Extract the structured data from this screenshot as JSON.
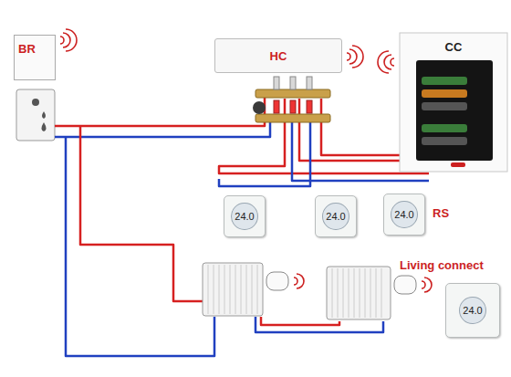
{
  "diagram": {
    "nodes": [
      {
        "text": [
          "BR"
        ]
      },
      {
        "text": [
          "HC"
        ]
      },
      {
        "text": [
          "CC"
        ]
      },
      {
        "text": [
          "24.0"
        ]
      },
      {
        "text": [
          "24.0"
        ]
      },
      {
        "text": [
          "24.0"
        ]
      },
      {
        "text": [
          "24.0"
        ]
      }
    ],
    "labels": [
      "RS",
      "Living connect"
    ]
  }
}
